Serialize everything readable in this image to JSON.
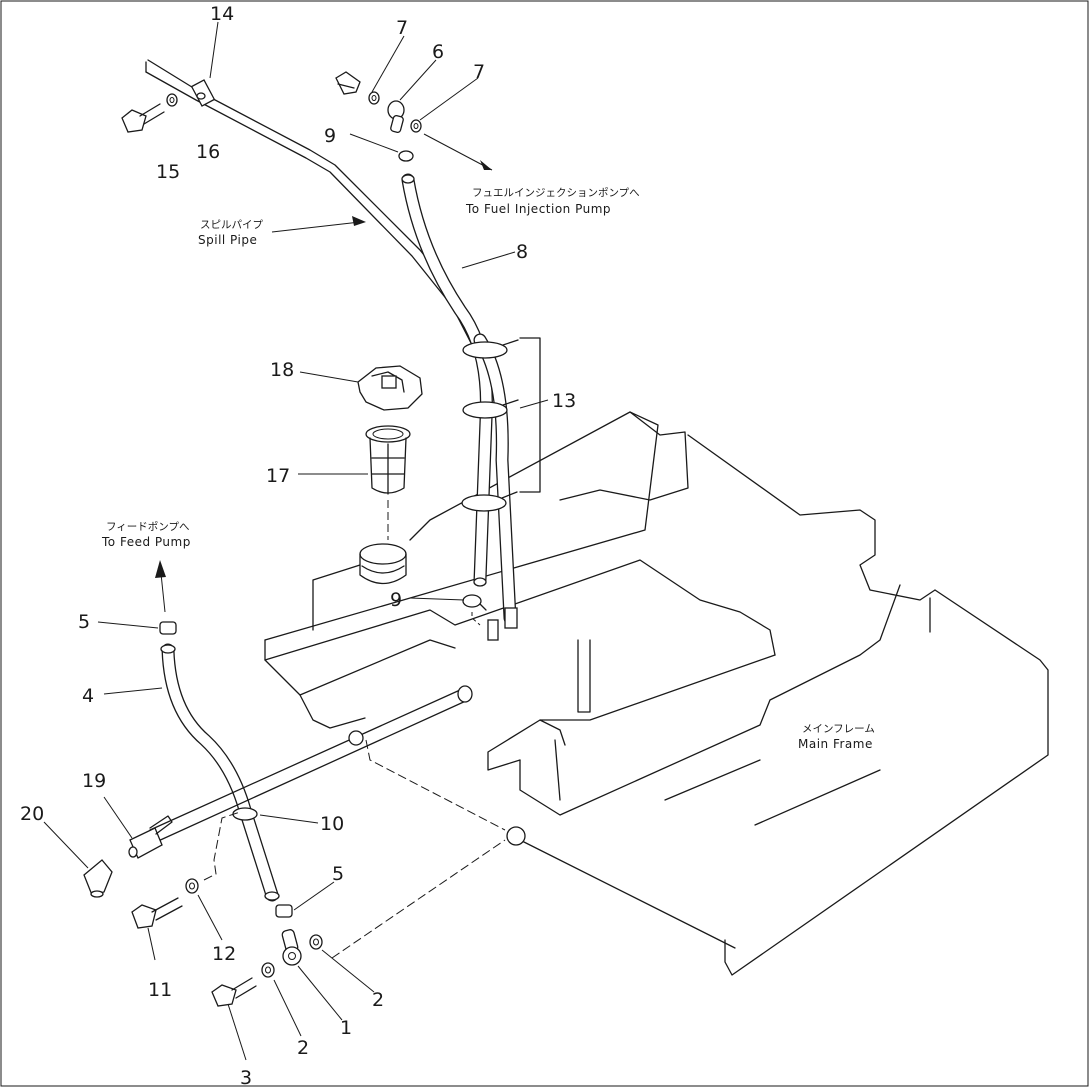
{
  "callouts": {
    "c1": "1",
    "c2a": "2",
    "c2b": "2",
    "c3": "3",
    "c4": "4",
    "c5a": "5",
    "c5b": "5",
    "c6": "6",
    "c7a": "7",
    "c7b": "7",
    "c8": "8",
    "c9a": "9",
    "c9b": "9",
    "c10": "10",
    "c11": "11",
    "c12": "12",
    "c13": "13",
    "c14": "14",
    "c15": "15",
    "c16": "16",
    "c17": "17",
    "c18": "18",
    "c19": "19",
    "c20": "20"
  },
  "labels": {
    "fuel_pump_jp": "フュエルインジェクションポンプへ",
    "fuel_pump_en": "To Fuel Injection Pump",
    "spill_jp": "スピルパイプ",
    "spill_en": "Spill Pipe",
    "feed_jp": "フィードポンプへ",
    "feed_en": "To Feed Pump",
    "frame_jp": "メインフレーム",
    "frame_en": "Main Frame"
  }
}
